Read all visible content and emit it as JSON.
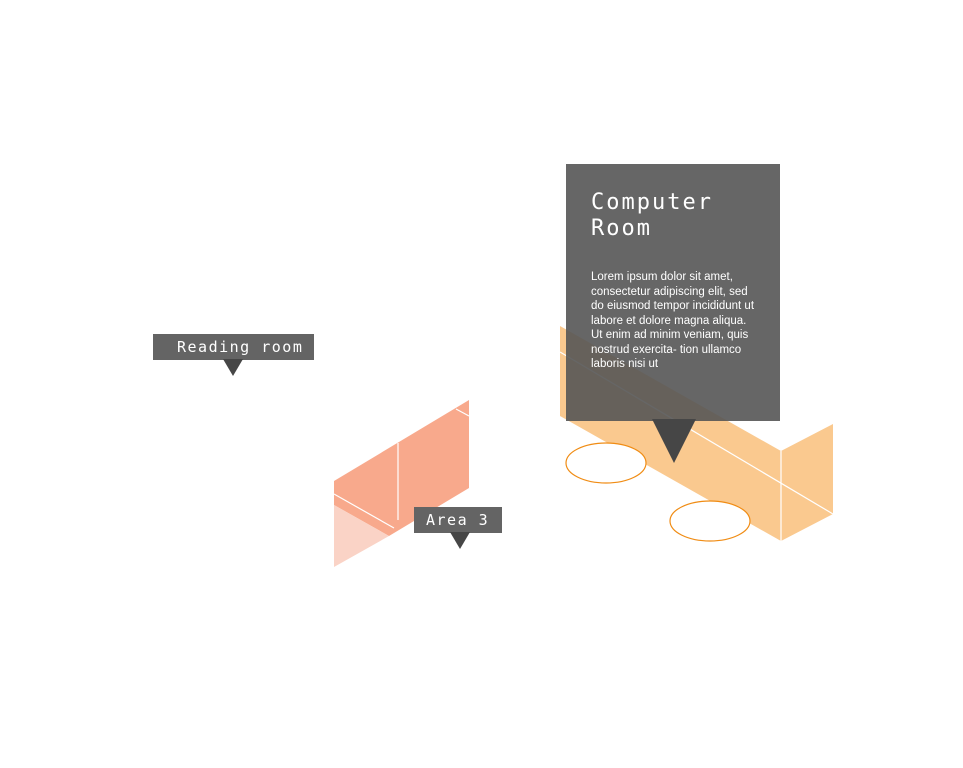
{
  "colors": {
    "salmon": "#f8a98c",
    "salmon_light": "#fad3c6",
    "peach": "#fac98f",
    "orange_outline": "#f08c14",
    "label_bg": "#646464",
    "card_bg": "#555555",
    "pointer": "#464646"
  },
  "labels": {
    "reading_room": "Reading room",
    "area_3": "Area 3"
  },
  "info_card": {
    "title": "Computer\nRoom",
    "body": "Lorem ipsum dolor sit amet, consectetur adipiscing elit, sed do eiusmod tempor incididunt ut labore et dolore magna aliqua. Ut enim ad minim veniam, quis nostrud exercita- tion ullamco laboris nisi ut"
  }
}
